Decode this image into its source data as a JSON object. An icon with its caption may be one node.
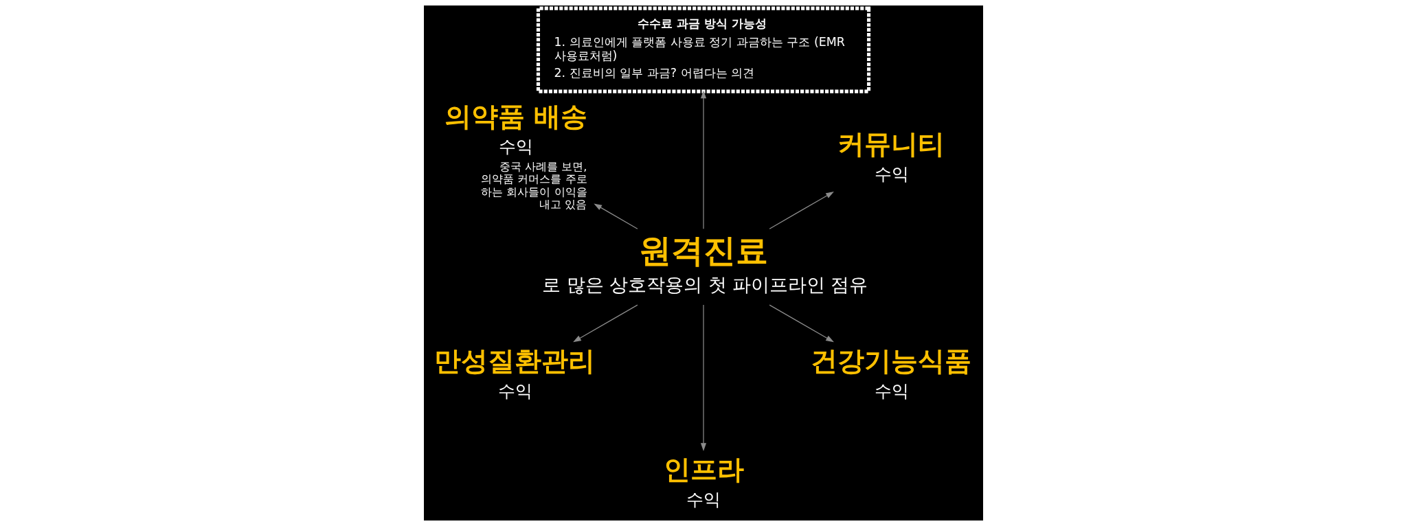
{
  "diagram": {
    "nodes": [
      {
        "text": [
          "수수료 과금 방식 가능성",
          "1. 의료인에게 플랫폼 사용료 정기 과금하는 구조 (EMR 사용료처럼)",
          "2. 진료비의 일부 과금? 어렵다는 의견"
        ]
      },
      {
        "text": [
          "의약품 배송",
          "수익"
        ],
        "beside": [
          "중국 사례를 보면, 의약품 커머스를 주로 하는 회사들이 이익을 내고 있음"
        ]
      },
      {
        "text": [
          "커뮤니티",
          "수익"
        ]
      },
      {
        "text": [
          "원격진료",
          "로 많은 상호작용의 첫 파이프라인 점유"
        ]
      },
      {
        "text": [
          "만성질환관리",
          "수익"
        ]
      },
      {
        "text": [
          "인프라",
          "수익"
        ]
      },
      {
        "text": [
          "건강기능식품",
          "수익"
        ]
      }
    ],
    "edges": [
      {
        "from": 3,
        "to": 2,
        "arrow": "to"
      },
      {
        "from": 3,
        "to": 0,
        "arrow": "to"
      },
      {
        "from": 3,
        "to": 1,
        "arrow": "to"
      },
      {
        "from": 3,
        "to": 4,
        "arrow": "to"
      },
      {
        "from": 3,
        "to": 5,
        "arrow": "to"
      },
      {
        "from": 3,
        "to": 6,
        "arrow": "to"
      }
    ]
  }
}
